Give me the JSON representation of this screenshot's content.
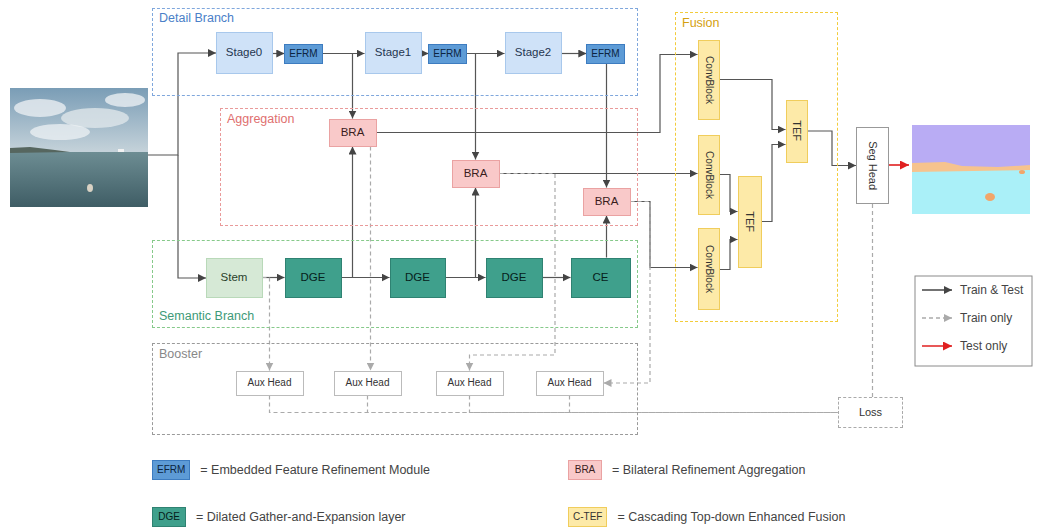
{
  "diagram": {
    "nodes": [
      {
        "text": [
          "Detail Branch"
        ]
      },
      {
        "text": [
          "Stage0"
        ],
        "in": 0
      },
      {
        "text": [
          "EFRM"
        ],
        "in": 0
      },
      {
        "text": [
          "Stage1"
        ],
        "in": 0
      },
      {
        "text": [
          "EFRM"
        ],
        "in": 0
      },
      {
        "text": [
          "Stage2"
        ],
        "in": 0
      },
      {
        "text": [
          "EFRM"
        ],
        "in": 0
      },
      {
        "text": [
          "Aggregation"
        ]
      },
      {
        "text": [
          "BRA"
        ],
        "in": 7
      },
      {
        "text": [
          "BRA"
        ],
        "in": 7
      },
      {
        "text": [
          "BRA"
        ],
        "in": 7
      },
      {
        "text": [
          "Fusion"
        ]
      },
      {
        "text": [
          "ConvBlock"
        ],
        "in": 11
      },
      {
        "text": [
          "ConvBlock"
        ],
        "in": 11
      },
      {
        "text": [
          "ConvBlock"
        ],
        "in": 11
      },
      {
        "text": [
          "TEF"
        ],
        "in": 11
      },
      {
        "text": [
          "TEF"
        ],
        "in": 11
      },
      {
        "text": [
          "Seg Head"
        ]
      },
      {
        "text": [
          "Semantic Branch"
        ]
      },
      {
        "text": [
          "Stem"
        ],
        "in": 18
      },
      {
        "text": [
          "DGE"
        ],
        "in": 18
      },
      {
        "text": [
          "DGE"
        ],
        "in": 18
      },
      {
        "text": [
          "DGE"
        ],
        "in": 18
      },
      {
        "text": [
          "CE"
        ],
        "in": 18
      },
      {
        "text": [
          "Booster"
        ]
      },
      {
        "text": [
          "Aux Head"
        ],
        "in": 24
      },
      {
        "text": [
          "Aux Head"
        ],
        "in": 24
      },
      {
        "text": [
          "Aux Head"
        ],
        "in": 24
      },
      {
        "text": [
          "Aux Head"
        ],
        "in": 24
      },
      {
        "text": [
          "Loss"
        ]
      }
    ],
    "edges": [
      {
        "from": 1,
        "to": 2,
        "arrow": "to"
      },
      {
        "from": 2,
        "to": 3,
        "arrow": "to"
      },
      {
        "from": 3,
        "to": 4,
        "arrow": "to"
      },
      {
        "from": 4,
        "to": 5,
        "arrow": "to"
      },
      {
        "from": 5,
        "to": 6,
        "arrow": "to"
      },
      {
        "from": 2,
        "to": 8,
        "arrow": "to"
      },
      {
        "from": 4,
        "to": 9,
        "arrow": "to"
      },
      {
        "from": 6,
        "to": 10,
        "arrow": "to"
      },
      {
        "from": 19,
        "to": 20,
        "arrow": "to"
      },
      {
        "from": 20,
        "to": 21,
        "arrow": "to"
      },
      {
        "from": 21,
        "to": 22,
        "arrow": "to"
      },
      {
        "from": 22,
        "to": 23,
        "arrow": "to"
      },
      {
        "from": 20,
        "to": 8,
        "arrow": "to"
      },
      {
        "from": 21,
        "to": 9,
        "arrow": "to"
      },
      {
        "from": 23,
        "to": 10,
        "arrow": "to"
      },
      {
        "from": 8,
        "to": 12,
        "arrow": "to"
      },
      {
        "from": 9,
        "to": 13,
        "arrow": "to"
      },
      {
        "from": 10,
        "to": 14,
        "arrow": "to"
      },
      {
        "from": 12,
        "to": 15,
        "arrow": "to"
      },
      {
        "from": 13,
        "to": 16,
        "arrow": "to"
      },
      {
        "from": 14,
        "to": 16,
        "arrow": "to"
      },
      {
        "from": 16,
        "to": 15,
        "arrow": "to"
      },
      {
        "from": 15,
        "to": 17,
        "arrow": "to"
      },
      {
        "from": 19,
        "to": 25,
        "arrow": "to"
      },
      {
        "from": 8,
        "to": 26,
        "arrow": "to"
      },
      {
        "from": 9,
        "to": 27,
        "arrow": "to"
      },
      {
        "from": 10,
        "to": 28,
        "arrow": "to"
      },
      {
        "from": 25,
        "to": 29,
        "arrow": "none"
      },
      {
        "from": 26,
        "to": 29,
        "arrow": "none"
      },
      {
        "from": 27,
        "to": 29,
        "arrow": "none"
      },
      {
        "from": 28,
        "to": 29,
        "arrow": "none"
      },
      {
        "from": 17,
        "to": 29,
        "arrow": "none"
      }
    ],
    "labels": [
      "EFRM",
      "BRA",
      "DGE",
      "C-TEF"
    ],
    "legend": [
      {
        "text": "Train & Test"
      },
      {
        "text": "Train only"
      },
      {
        "text": "Test only"
      },
      {
        "text": "= Embedded Feature Refinement Module",
        "color": "#5d9bd6"
      },
      {
        "text": "= Bilateral Refinement Aggregation",
        "color": "#f9c9c9"
      },
      {
        "text": "= Dilated Gather-and-Expansion layer",
        "color": "#3fa08c"
      },
      {
        "text": "= Cascading Top-down Enhanced Fusion",
        "color": "#fdeaa8"
      }
    ]
  }
}
